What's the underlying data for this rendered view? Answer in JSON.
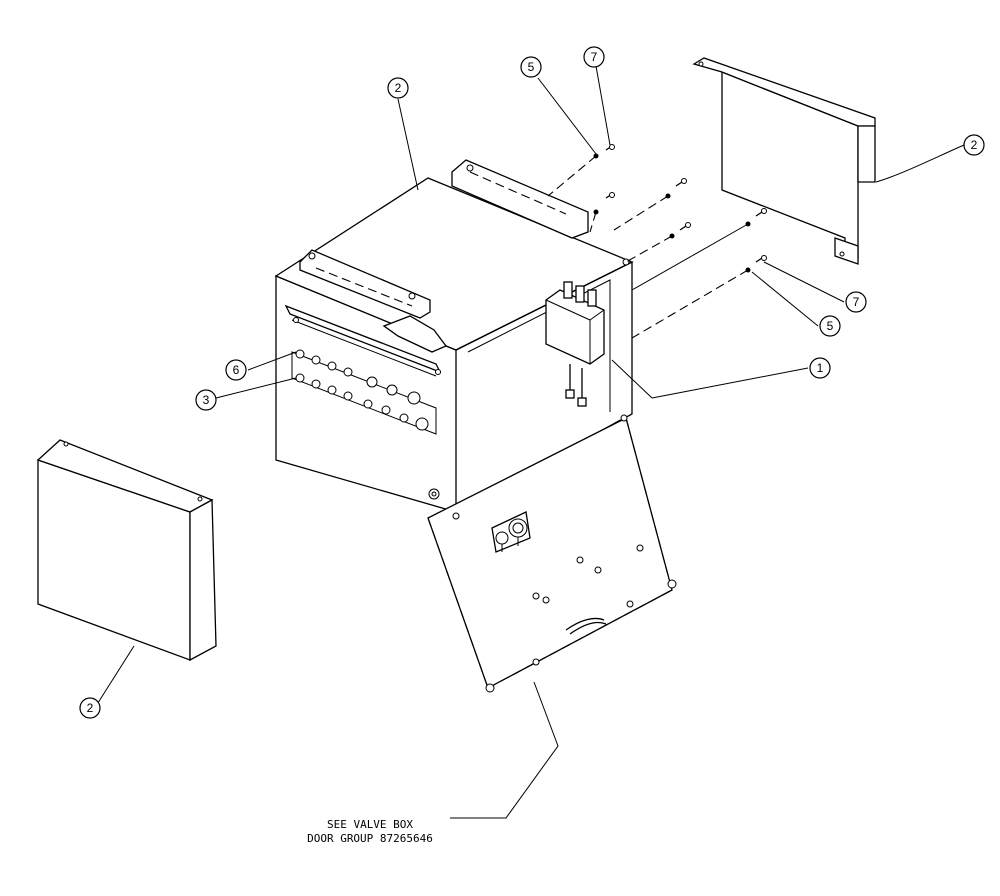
{
  "callouts": [
    {
      "id": "c-1-main",
      "label": "1"
    },
    {
      "id": "c-2-top",
      "label": "2"
    },
    {
      "id": "c-2-right",
      "label": "2"
    },
    {
      "id": "c-2-left",
      "label": "2"
    },
    {
      "id": "c-3",
      "label": "3"
    },
    {
      "id": "c-5-top",
      "label": "5"
    },
    {
      "id": "c-5-right",
      "label": "5"
    },
    {
      "id": "c-6",
      "label": "6"
    },
    {
      "id": "c-7-top",
      "label": "7"
    },
    {
      "id": "c-7-right",
      "label": "7"
    }
  ],
  "note": {
    "line1": "SEE VALVE BOX",
    "line2": "DOOR GROUP 87265646"
  }
}
